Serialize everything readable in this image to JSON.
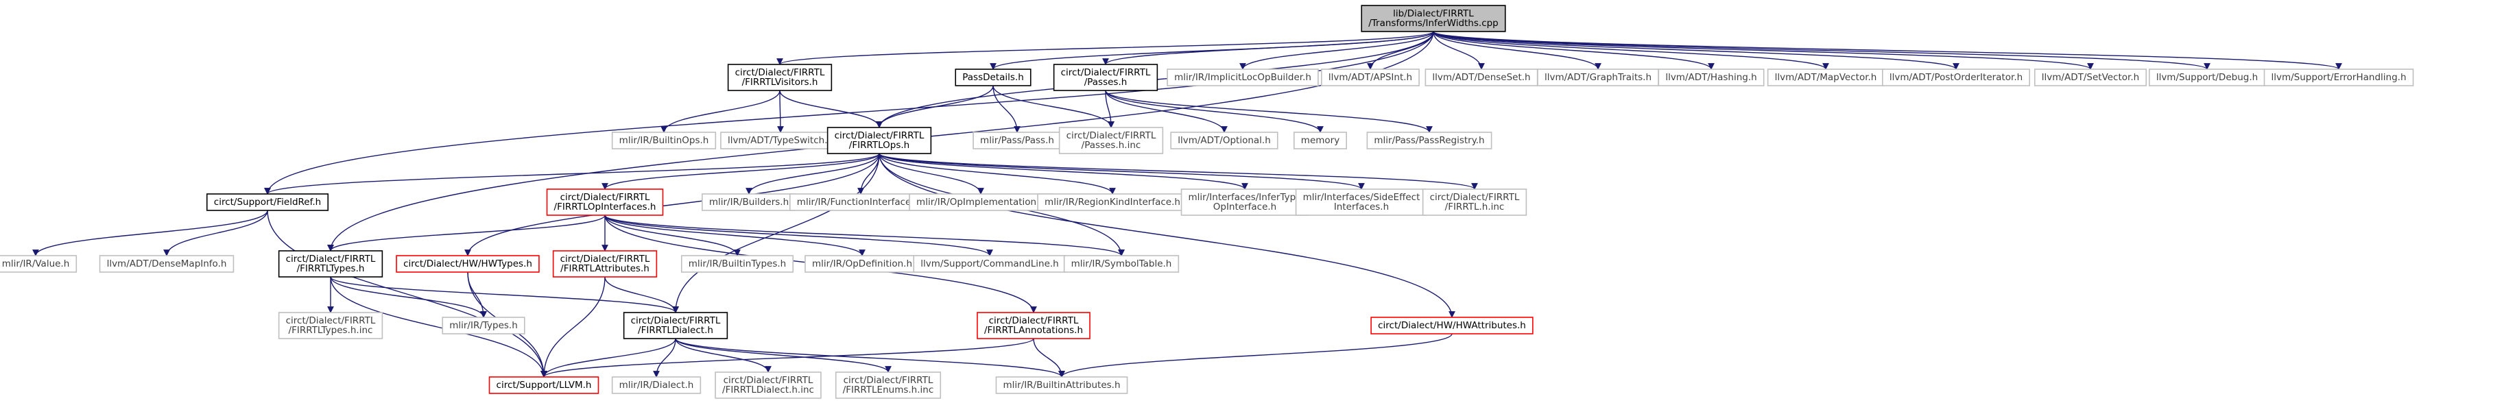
{
  "diagram": {
    "title": "",
    "colors": {
      "edge": "#191970",
      "root_fill": "#bfbfbf",
      "node_text": "#000000",
      "external_text": "#3f3f3f",
      "external_border": "#bfbfbf",
      "documented_border": "#000000",
      "missing_border": "#ff0000"
    },
    "nodes": [
      {
        "id": "root",
        "lines": [
          "lib/Dialect/FIRRTL",
          "/Transforms/InferWidths.cpp"
        ],
        "style": "root"
      },
      {
        "id": "fieldref",
        "lines": [
          "circt/Support/FieldRef.h"
        ],
        "style": "documented"
      },
      {
        "id": "visitors",
        "lines": [
          "circt/Dialect/FIRRTL",
          "/FIRRTLVisitors.h"
        ],
        "style": "documented"
      },
      {
        "id": "passdetails",
        "lines": [
          "PassDetails.h"
        ],
        "style": "documented"
      },
      {
        "id": "passes",
        "lines": [
          "circt/Dialect/FIRRTL",
          "/Passes.h"
        ],
        "style": "documented"
      },
      {
        "id": "implicitloc",
        "lines": [
          "mlir/IR/ImplicitLocOpBuilder.h"
        ],
        "style": "external"
      },
      {
        "id": "apsint",
        "lines": [
          "llvm/ADT/APSInt.h"
        ],
        "style": "external"
      },
      {
        "id": "denseset",
        "lines": [
          "llvm/ADT/DenseSet.h"
        ],
        "style": "external"
      },
      {
        "id": "graphtraits",
        "lines": [
          "llvm/ADT/GraphTraits.h"
        ],
        "style": "external"
      },
      {
        "id": "hashing",
        "lines": [
          "llvm/ADT/Hashing.h"
        ],
        "style": "external"
      },
      {
        "id": "mapvector",
        "lines": [
          "llvm/ADT/MapVector.h"
        ],
        "style": "external"
      },
      {
        "id": "postorder",
        "lines": [
          "llvm/ADT/PostOrderIterator.h"
        ],
        "style": "external"
      },
      {
        "id": "setvector",
        "lines": [
          "llvm/ADT/SetVector.h"
        ],
        "style": "external"
      },
      {
        "id": "debug",
        "lines": [
          "llvm/Support/Debug.h"
        ],
        "style": "external"
      },
      {
        "id": "errorhandling",
        "lines": [
          "llvm/Support/ErrorHandling.h"
        ],
        "style": "external"
      },
      {
        "id": "builtinops",
        "lines": [
          "mlir/IR/BuiltinOps.h"
        ],
        "style": "external"
      },
      {
        "id": "typeswitch",
        "lines": [
          "llvm/ADT/TypeSwitch.h"
        ],
        "style": "external"
      },
      {
        "id": "ops",
        "lines": [
          "circt/Dialect/FIRRTL",
          "/FIRRTLOps.h"
        ],
        "style": "documented"
      },
      {
        "id": "pass",
        "lines": [
          "mlir/Pass/Pass.h"
        ],
        "style": "external"
      },
      {
        "id": "passesinc",
        "lines": [
          "circt/Dialect/FIRRTL",
          "/Passes.h.inc"
        ],
        "style": "external"
      },
      {
        "id": "optional",
        "lines": [
          "llvm/ADT/Optional.h"
        ],
        "style": "external"
      },
      {
        "id": "memory",
        "lines": [
          "memory"
        ],
        "style": "external"
      },
      {
        "id": "passregistry",
        "lines": [
          "mlir/Pass/PassRegistry.h"
        ],
        "style": "external"
      },
      {
        "id": "opinterfaces",
        "lines": [
          "circt/Dialect/FIRRTL",
          "/FIRRTLOpInterfaces.h"
        ],
        "style": "missing"
      },
      {
        "id": "builders",
        "lines": [
          "mlir/IR/Builders.h"
        ],
        "style": "external"
      },
      {
        "id": "funcinterfaces",
        "lines": [
          "mlir/IR/FunctionInterfaces.h"
        ],
        "style": "external"
      },
      {
        "id": "opimpl",
        "lines": [
          "mlir/IR/OpImplementation.h"
        ],
        "style": "external"
      },
      {
        "id": "regionkind",
        "lines": [
          "mlir/IR/RegionKindInterface.h"
        ],
        "style": "external"
      },
      {
        "id": "infertype",
        "lines": [
          "mlir/Interfaces/InferType",
          "OpInterface.h"
        ],
        "style": "external"
      },
      {
        "id": "sideeffect",
        "lines": [
          "mlir/Interfaces/SideEffect",
          "Interfaces.h"
        ],
        "style": "external"
      },
      {
        "id": "firrtlhinc",
        "lines": [
          "circt/Dialect/FIRRTL",
          "/FIRRTL.h.inc"
        ],
        "style": "external"
      },
      {
        "id": "value",
        "lines": [
          "mlir/IR/Value.h"
        ],
        "style": "external"
      },
      {
        "id": "densemapinfo",
        "lines": [
          "llvm/ADT/DenseMapInfo.h"
        ],
        "style": "external"
      },
      {
        "id": "types",
        "lines": [
          "circt/Dialect/FIRRTL",
          "/FIRRTLTypes.h"
        ],
        "style": "documented"
      },
      {
        "id": "hwtypes",
        "lines": [
          "circt/Dialect/HW/HWTypes.h"
        ],
        "style": "missing"
      },
      {
        "id": "attributes",
        "lines": [
          "circt/Dialect/FIRRTL",
          "/FIRRTLAttributes.h"
        ],
        "style": "missing"
      },
      {
        "id": "builtintypes",
        "lines": [
          "mlir/IR/BuiltinTypes.h"
        ],
        "style": "external"
      },
      {
        "id": "opdefinition",
        "lines": [
          "mlir/IR/OpDefinition.h"
        ],
        "style": "external"
      },
      {
        "id": "commandline",
        "lines": [
          "llvm/Support/CommandLine.h"
        ],
        "style": "external"
      },
      {
        "id": "symboltable",
        "lines": [
          "mlir/IR/SymbolTable.h"
        ],
        "style": "external"
      },
      {
        "id": "typesinc",
        "lines": [
          "circt/Dialect/FIRRTL",
          "/FIRRTLTypes.h.inc"
        ],
        "style": "external"
      },
      {
        "id": "irtypes",
        "lines": [
          "mlir/IR/Types.h"
        ],
        "style": "external"
      },
      {
        "id": "dialect",
        "lines": [
          "circt/Dialect/FIRRTL",
          "/FIRRTLDialect.h"
        ],
        "style": "documented"
      },
      {
        "id": "annotations",
        "lines": [
          "circt/Dialect/FIRRTL",
          "/FIRRTLAnnotations.h"
        ],
        "style": "missing"
      },
      {
        "id": "hwattributes",
        "lines": [
          "circt/Dialect/HW/HWAttributes.h"
        ],
        "style": "missing"
      },
      {
        "id": "llvmh",
        "lines": [
          "circt/Support/LLVM.h"
        ],
        "style": "missing"
      },
      {
        "id": "irdialect",
        "lines": [
          "mlir/IR/Dialect.h"
        ],
        "style": "external"
      },
      {
        "id": "dialectinc",
        "lines": [
          "circt/Dialect/FIRRTL",
          "/FIRRTLDialect.h.inc"
        ],
        "style": "external"
      },
      {
        "id": "enumsinc",
        "lines": [
          "circt/Dialect/FIRRTL",
          "/FIRRTLEnums.h.inc"
        ],
        "style": "external"
      },
      {
        "id": "builtinattrs",
        "lines": [
          "mlir/IR/BuiltinAttributes.h"
        ],
        "style": "external"
      }
    ],
    "edges": [
      [
        "root",
        "fieldref"
      ],
      [
        "root",
        "visitors"
      ],
      [
        "root",
        "passdetails"
      ],
      [
        "root",
        "passes"
      ],
      [
        "root",
        "implicitloc"
      ],
      [
        "root",
        "apsint"
      ],
      [
        "root",
        "denseset"
      ],
      [
        "root",
        "graphtraits"
      ],
      [
        "root",
        "hashing"
      ],
      [
        "root",
        "mapvector"
      ],
      [
        "root",
        "postorder"
      ],
      [
        "root",
        "setvector"
      ],
      [
        "root",
        "debug"
      ],
      [
        "root",
        "errorhandling"
      ],
      [
        "root",
        "types"
      ],
      [
        "root",
        "ops"
      ],
      [
        "visitors",
        "builtinops"
      ],
      [
        "visitors",
        "typeswitch"
      ],
      [
        "visitors",
        "ops"
      ],
      [
        "passdetails",
        "ops"
      ],
      [
        "passdetails",
        "pass"
      ],
      [
        "passdetails",
        "passesinc"
      ],
      [
        "passes",
        "passesinc"
      ],
      [
        "passes",
        "optional"
      ],
      [
        "passes",
        "memory"
      ],
      [
        "passes",
        "passregistry"
      ],
      [
        "ops",
        "fieldref"
      ],
      [
        "ops",
        "opinterfaces"
      ],
      [
        "ops",
        "builders"
      ],
      [
        "ops",
        "funcinterfaces"
      ],
      [
        "ops",
        "opimpl"
      ],
      [
        "ops",
        "regionkind"
      ],
      [
        "ops",
        "infertype"
      ],
      [
        "ops",
        "sideeffect"
      ],
      [
        "ops",
        "firrtlhinc"
      ],
      [
        "ops",
        "hwtypes"
      ],
      [
        "ops",
        "symboltable"
      ],
      [
        "ops",
        "dialect"
      ],
      [
        "ops",
        "hwattributes"
      ],
      [
        "fieldref",
        "value"
      ],
      [
        "fieldref",
        "densemapinfo"
      ],
      [
        "fieldref",
        "llvmh"
      ],
      [
        "opinterfaces",
        "types"
      ],
      [
        "opinterfaces",
        "attributes"
      ],
      [
        "opinterfaces",
        "builtintypes"
      ],
      [
        "opinterfaces",
        "opdefinition"
      ],
      [
        "opinterfaces",
        "commandline"
      ],
      [
        "opinterfaces",
        "symboltable"
      ],
      [
        "opinterfaces",
        "annotations"
      ],
      [
        "types",
        "typesinc"
      ],
      [
        "types",
        "irtypes"
      ],
      [
        "types",
        "dialect"
      ],
      [
        "types",
        "llvmh"
      ],
      [
        "hwtypes",
        "irtypes"
      ],
      [
        "hwtypes",
        "llvmh"
      ],
      [
        "attributes",
        "dialect"
      ],
      [
        "attributes",
        "llvmh"
      ],
      [
        "dialect",
        "llvmh"
      ],
      [
        "dialect",
        "irdialect"
      ],
      [
        "dialect",
        "dialectinc"
      ],
      [
        "dialect",
        "enumsinc"
      ],
      [
        "dialect",
        "builtinattrs"
      ],
      [
        "annotations",
        "llvmh"
      ],
      [
        "annotations",
        "builtinattrs"
      ],
      [
        "hwattributes",
        "builtinattrs"
      ]
    ]
  }
}
